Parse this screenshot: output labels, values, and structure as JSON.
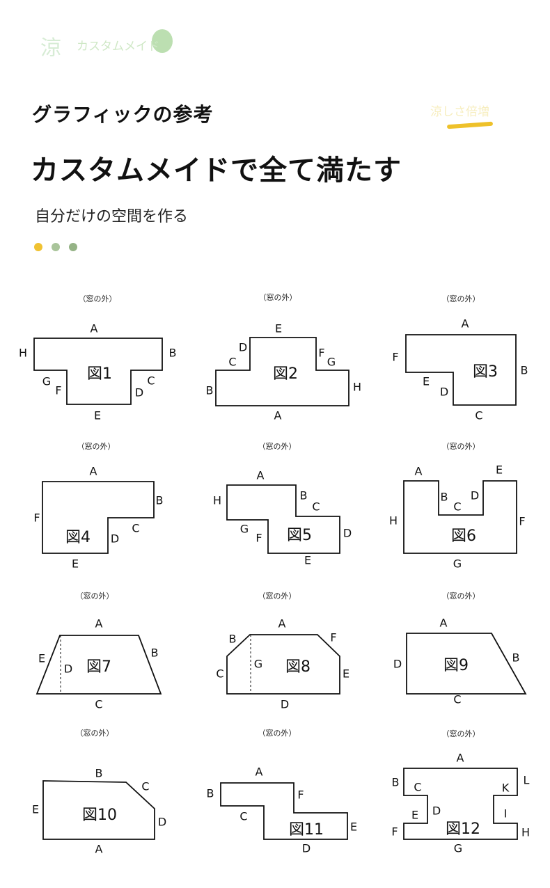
{
  "header": {
    "brand_kanji": "涼",
    "brand_name": "カスタムメイド",
    "kicker": "グラフィックの参考",
    "stamp_text": "涼しさ倍増",
    "headline": "カスタムメイドで全て満たす",
    "subhead": "自分だけの空間を作る",
    "dot_colors": [
      "#f0c232",
      "#a9c49a",
      "#95b386"
    ]
  },
  "diagram": {
    "window_label": "（窓の外）",
    "figures": [
      {
        "id": "fig1",
        "title": "図1",
        "edges": [
          "A",
          "B",
          "C",
          "D",
          "E",
          "F",
          "G",
          "H"
        ]
      },
      {
        "id": "fig2",
        "title": "図2",
        "edges": [
          "E",
          "D",
          "C",
          "F",
          "G",
          "B",
          "H",
          "A"
        ]
      },
      {
        "id": "fig3",
        "title": "図3",
        "edges": [
          "A",
          "F",
          "B",
          "E",
          "D",
          "C"
        ]
      },
      {
        "id": "fig4",
        "title": "図4",
        "edges": [
          "A",
          "B",
          "F",
          "C",
          "D",
          "E"
        ]
      },
      {
        "id": "fig5",
        "title": "図5",
        "edges": [
          "A",
          "H",
          "B",
          "C",
          "G",
          "F",
          "D",
          "E"
        ]
      },
      {
        "id": "fig6",
        "title": "図6",
        "edges": [
          "A",
          "E",
          "B",
          "D",
          "C",
          "H",
          "F",
          "G"
        ]
      },
      {
        "id": "fig7",
        "title": "図7",
        "edges": [
          "A",
          "E",
          "B",
          "D",
          "C"
        ]
      },
      {
        "id": "fig8",
        "title": "図8",
        "edges": [
          "A",
          "B",
          "F",
          "G",
          "C",
          "E",
          "D"
        ]
      },
      {
        "id": "fig9",
        "title": "図9",
        "edges": [
          "A",
          "D",
          "B",
          "C"
        ]
      },
      {
        "id": "fig10",
        "title": "図10",
        "edges": [
          "B",
          "C",
          "E",
          "D",
          "A"
        ]
      },
      {
        "id": "fig11",
        "title": "図11",
        "edges": [
          "A",
          "B",
          "F",
          "C",
          "E",
          "D"
        ]
      },
      {
        "id": "fig12",
        "title": "図12",
        "edges": [
          "A",
          "B",
          "L",
          "C",
          "K",
          "D",
          "E",
          "I",
          "F",
          "H",
          "G"
        ]
      }
    ]
  }
}
